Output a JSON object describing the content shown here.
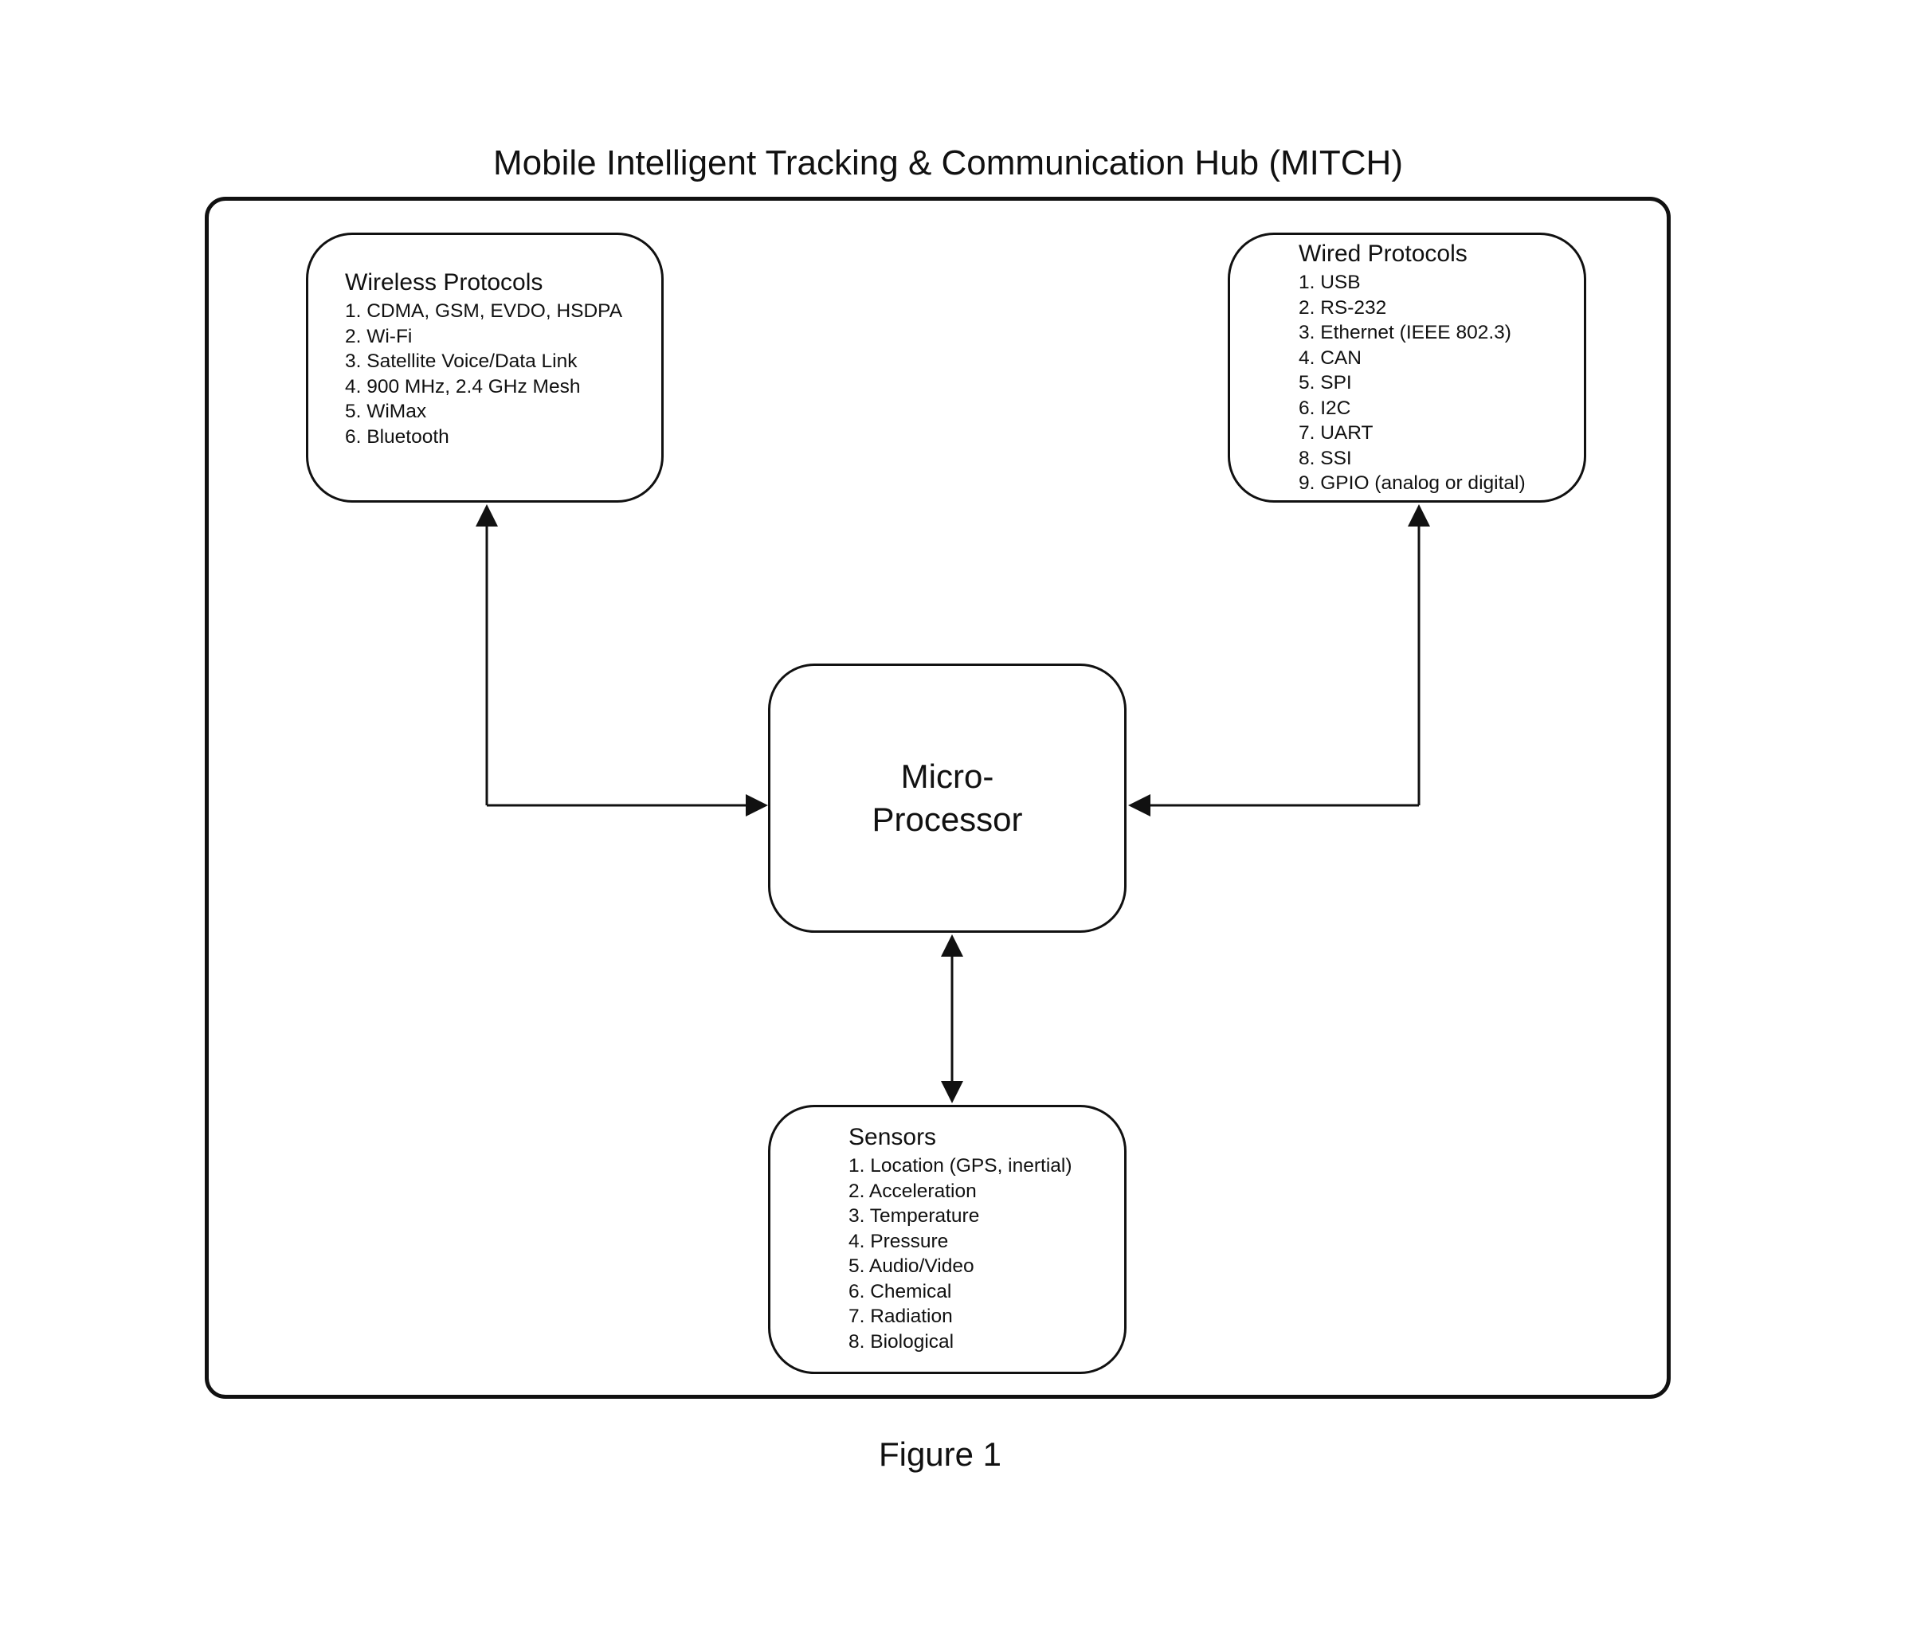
{
  "title": "Mobile Intelligent Tracking & Communication Hub (MITCH)",
  "wireless": {
    "title": "Wireless Protocols",
    "items": [
      "1. CDMA, GSM, EVDO, HSDPA",
      "2. Wi-Fi",
      "3. Satellite Voice/Data Link",
      "4. 900 MHz, 2.4 GHz Mesh",
      "5. WiMax",
      "6. Bluetooth"
    ]
  },
  "wired": {
    "title": "Wired Protocols",
    "items": [
      "1. USB",
      "2. RS-232",
      "3. Ethernet (IEEE 802.3)",
      "4. CAN",
      "5. SPI",
      "6. I2C",
      "7. UART",
      "8. SSI",
      "9. GPIO (analog or digital)"
    ]
  },
  "processor": {
    "label": "Micro-Processor"
  },
  "sensors": {
    "title": "Sensors",
    "items": [
      "1. Location (GPS, inertial)",
      "2. Acceleration",
      "3. Temperature",
      "4. Pressure",
      "5. Audio/Video",
      "6. Chemical",
      "7. Radiation",
      "8. Biological"
    ]
  },
  "caption": "Figure 1"
}
